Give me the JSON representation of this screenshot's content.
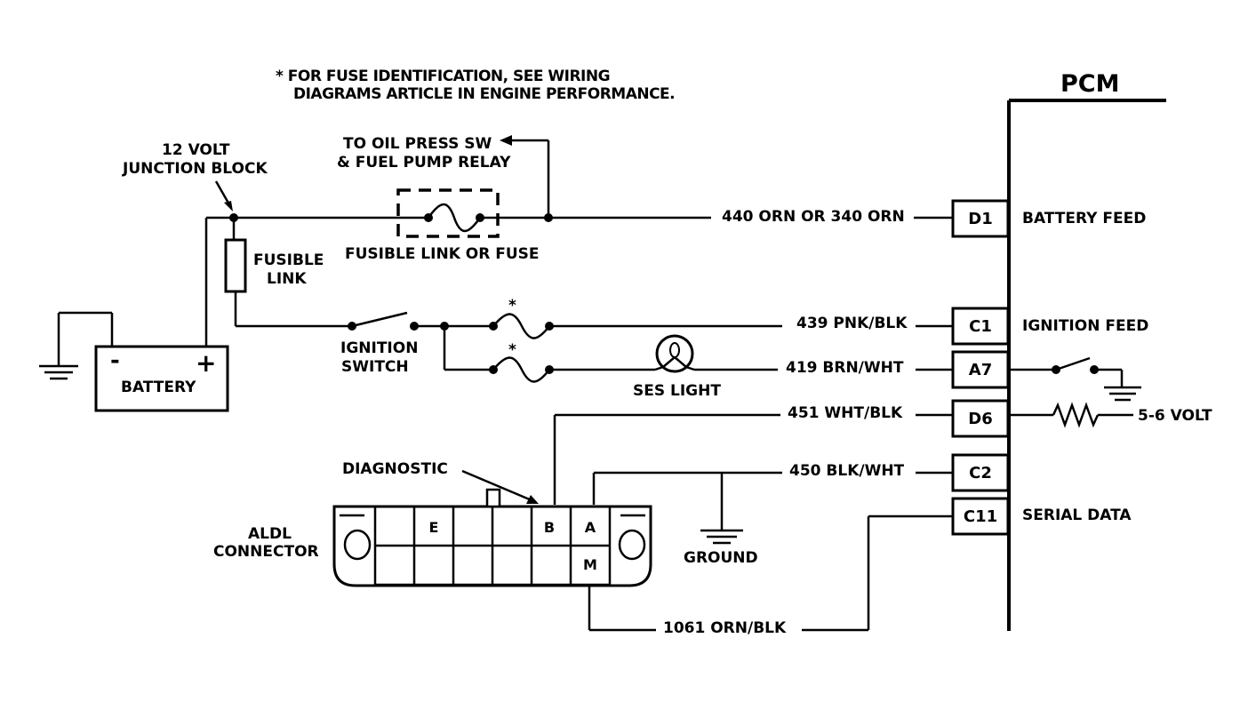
{
  "note": {
    "line1": "* FOR FUSE IDENTIFICATION, SEE WIRING",
    "line2": "DIAGRAMS ARTICLE IN ENGINE PERFORMANCE."
  },
  "pcm": {
    "title": "PCM",
    "pins": [
      {
        "id": "D1",
        "wire": "440 ORN OR 340 ORN",
        "function": "BATTERY FEED"
      },
      {
        "id": "C1",
        "wire": "439 PNK/BLK",
        "function": "IGNITION FEED"
      },
      {
        "id": "A7",
        "wire": "419 BRN/WHT",
        "function": ""
      },
      {
        "id": "D6",
        "wire": "451 WHT/BLK",
        "function": "5-6 VOLT"
      },
      {
        "id": "C2",
        "wire": "450 BLK/WHT",
        "function": ""
      },
      {
        "id": "C11",
        "wire": "1061 ORN/BLK",
        "function": "SERIAL DATA"
      }
    ]
  },
  "labels": {
    "junction_line1": "12 VOLT",
    "junction_line2": "JUNCTION BLOCK",
    "oil_line1": "TO OIL PRESS SW",
    "oil_line2": "& FUEL PUMP RELAY",
    "fusible_link_or_fuse": "FUSIBLE LINK OR FUSE",
    "fusible_line1": "FUSIBLE",
    "fusible_line2": "LINK",
    "ignition_line1": "IGNITION",
    "ignition_line2": "SWITCH",
    "battery": "BATTERY",
    "battery_minus": "-",
    "battery_plus": "+",
    "ses_light": "SES LIGHT",
    "fuse_mark": "*",
    "diagnostic": "DIAGNOSTIC",
    "aldl_line1": "ALDL",
    "aldl_line2": "CONNECTOR",
    "ground": "GROUND"
  },
  "aldl_cells": {
    "e": "E",
    "b": "B",
    "a": "A",
    "m": "M"
  }
}
